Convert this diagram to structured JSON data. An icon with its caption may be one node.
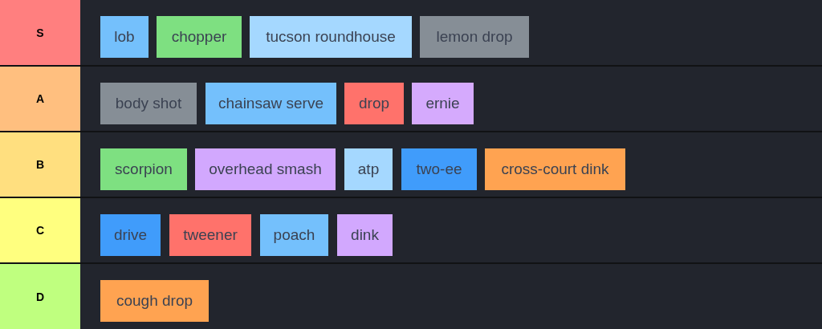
{
  "diagram": {
    "nodes": [
      {
        "text": [
          "S"
        ]
      },
      {
        "text": [
          "lob"
        ],
        "in": 0
      },
      {
        "text": [
          "chopper"
        ],
        "in": 0
      },
      {
        "text": [
          "tucson roundhouse"
        ],
        "in": 0
      },
      {
        "text": [
          "lemon drop"
        ],
        "in": 0
      },
      {
        "text": [
          "A"
        ]
      },
      {
        "text": [
          "body shot"
        ],
        "in": 5
      },
      {
        "text": [
          "chainsaw serve"
        ],
        "in": 5
      },
      {
        "text": [
          "drop"
        ],
        "in": 5
      },
      {
        "text": [
          "ernie"
        ],
        "in": 5
      },
      {
        "text": [
          "B"
        ]
      },
      {
        "text": [
          "scorpion"
        ],
        "in": 10
      },
      {
        "text": [
          "overhead smash"
        ],
        "in": 10
      },
      {
        "text": [
          "atp"
        ],
        "in": 10
      },
      {
        "text": [
          "two-ee"
        ],
        "in": 10
      },
      {
        "text": [
          "cross-court dink"
        ],
        "in": 10
      },
      {
        "text": [
          "C"
        ]
      },
      {
        "text": [
          "drive"
        ],
        "in": 16
      },
      {
        "text": [
          "tweener"
        ],
        "in": 16
      },
      {
        "text": [
          "poach"
        ],
        "in": 16
      },
      {
        "text": [
          "dink"
        ],
        "in": 16
      },
      {
        "text": [
          "D"
        ]
      },
      {
        "text": [
          "cough drop"
        ],
        "in": 21
      }
    ]
  }
}
